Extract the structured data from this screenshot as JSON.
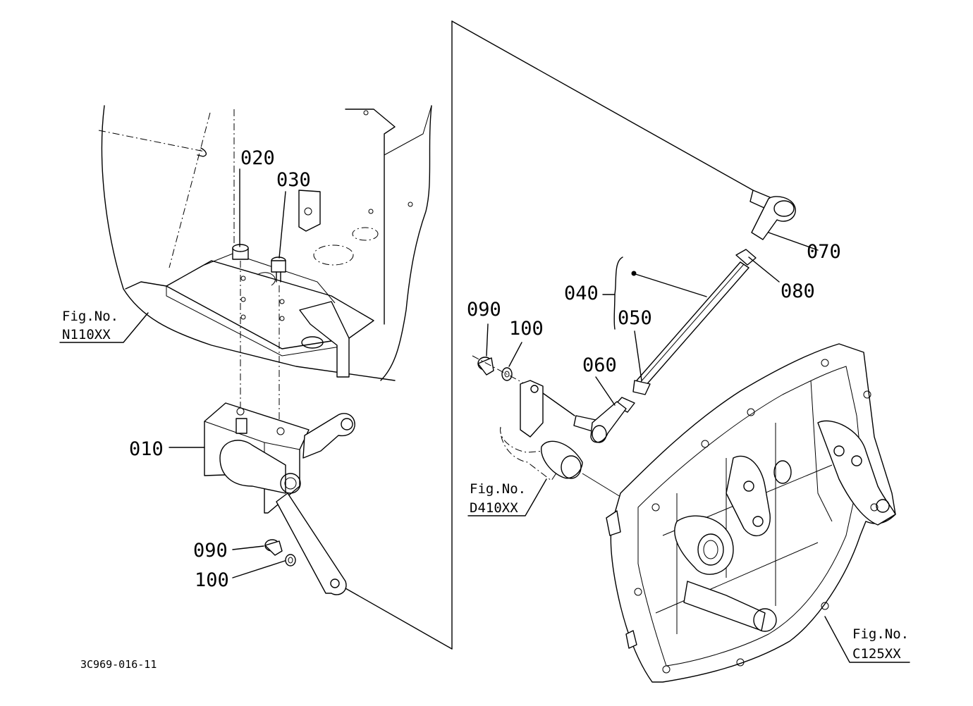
{
  "diagram": {
    "part_labels": {
      "p010": "010",
      "p020": "020",
      "p030": "030",
      "p040": "040",
      "p050": "050",
      "p060": "060",
      "p070": "070",
      "p080": "080",
      "p090_left": "090",
      "p100_left": "100",
      "p090_right": "090",
      "p100_right": "100"
    },
    "figure_refs": {
      "n110": {
        "caption": "Fig.No.",
        "code": "N110XX"
      },
      "d410": {
        "caption": "Fig.No.",
        "code": "D410XX"
      },
      "c125": {
        "caption": "Fig.No.",
        "code": "C125XX"
      }
    },
    "drawing_code": "3C969-016-11"
  }
}
